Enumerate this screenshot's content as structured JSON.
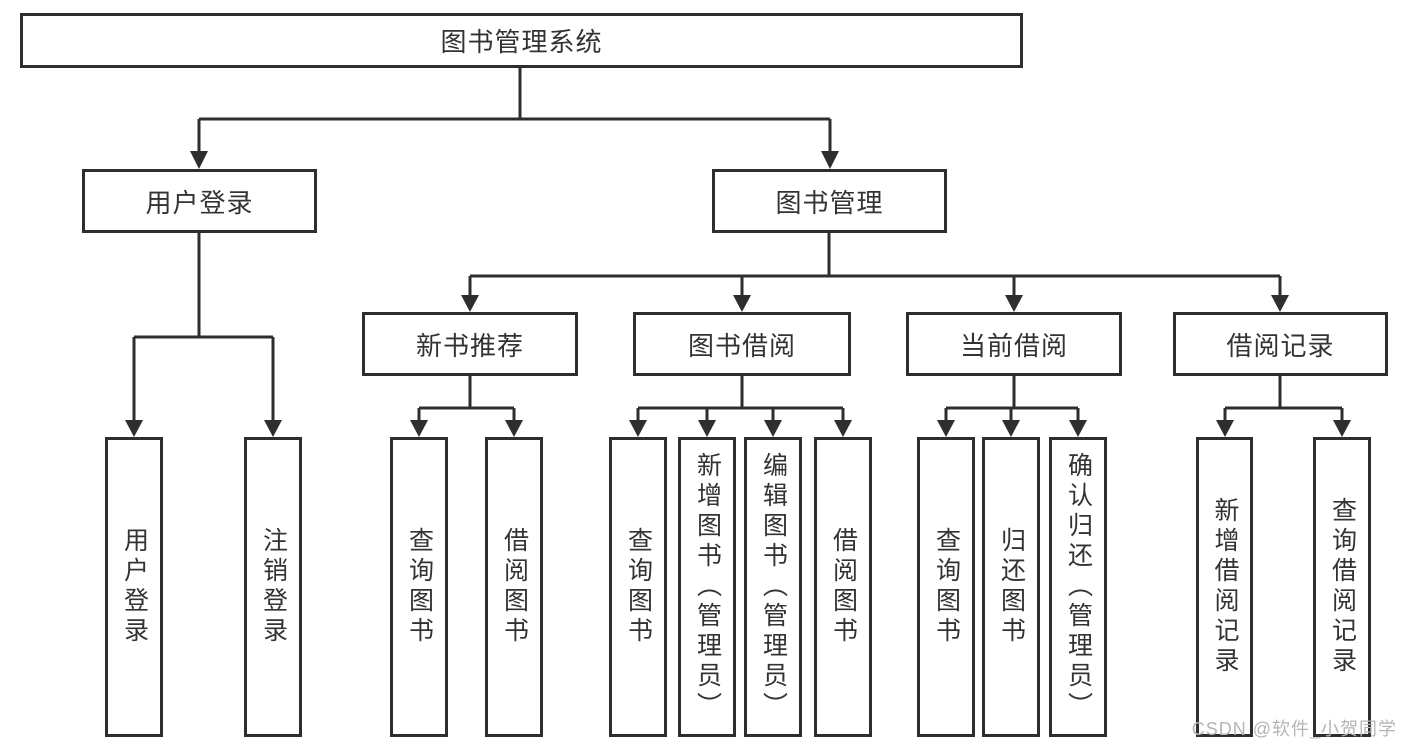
{
  "tree": {
    "label": "图书管理系统",
    "children": [
      {
        "label": "用户登录",
        "children": [
          {
            "label": "用户登录"
          },
          {
            "label": "注销登录"
          }
        ]
      },
      {
        "label": "图书管理",
        "children": [
          {
            "label": "新书推荐",
            "children": [
              {
                "label": "查询图书"
              },
              {
                "label": "借阅图书"
              }
            ]
          },
          {
            "label": "图书借阅",
            "children": [
              {
                "label": "查询图书"
              },
              {
                "label": "新增图书（管理员）"
              },
              {
                "label": "编辑图书（管理员）"
              },
              {
                "label": "借阅图书"
              }
            ]
          },
          {
            "label": "当前借阅",
            "children": [
              {
                "label": "查询图书"
              },
              {
                "label": "归还图书"
              },
              {
                "label": "确认归还（管理员）"
              }
            ]
          },
          {
            "label": "借阅记录",
            "children": [
              {
                "label": "新增借阅记录"
              },
              {
                "label": "查询借阅记录"
              }
            ]
          }
        ]
      }
    ]
  },
  "watermark": {
    "text": "CSDN @软件_小贺同学"
  },
  "colors": {
    "line": "#2e2e2e",
    "box_border": "#2e2e2e",
    "box_fill": "#ffffff",
    "text": "#333333",
    "watermark": "#b5b5b5",
    "background": "#ffffff"
  }
}
